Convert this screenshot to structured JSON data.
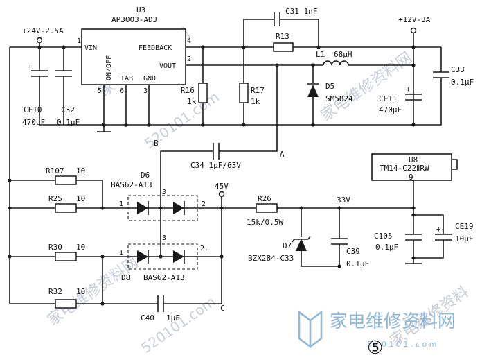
{
  "power_in": {
    "label": "+24V-2.5A"
  },
  "power_out": {
    "label": "+12V-3A"
  },
  "u3": {
    "ref": "U3",
    "part": "AP3003-ADJ",
    "pins": {
      "vin": "VIN",
      "feedback": "FEEDBACK",
      "vout": "VOUT",
      "onoff": "ON/OFF",
      "tab": "TAB",
      "gnd": "GND",
      "n1": "1",
      "n4": "4",
      "n2": "2",
      "n5": "5",
      "n6": "6",
      "n3": "3"
    }
  },
  "c31": {
    "ref": "C31",
    "value": "1nF"
  },
  "r13": {
    "ref": "R13"
  },
  "l1": {
    "ref": "L1",
    "value": "68μH"
  },
  "d5": {
    "ref": "D5",
    "part": "SM5824"
  },
  "r16": {
    "ref": "R16",
    "value": "1k"
  },
  "r17": {
    "ref": "R17",
    "value": "1k"
  },
  "ce10": {
    "ref": "CE10",
    "value": "470μF"
  },
  "c32": {
    "ref": "C32",
    "value": "0.1μF"
  },
  "ce11": {
    "ref": "CE11",
    "value": "470μF"
  },
  "c33": {
    "ref": "C33",
    "value": "0.1μF"
  },
  "c34": {
    "ref": "C34",
    "value": "1μF/63V"
  },
  "node_a": "A",
  "node_b": "B",
  "node_c": "C",
  "r107": {
    "ref": "R107",
    "value": "10"
  },
  "r25": {
    "ref": "R25",
    "value": "10"
  },
  "r30": {
    "ref": "R30",
    "value": "10"
  },
  "r32": {
    "ref": "R32",
    "value": "10"
  },
  "d6": {
    "ref": "D6",
    "part": "BAS62-A13",
    "p1": "1",
    "p2": "2",
    "p3": "3"
  },
  "d8": {
    "ref": "D8",
    "part": "BAS62-A13",
    "p1": "1",
    "p2": "2.",
    "p3": "3"
  },
  "v45": "45V",
  "r26": {
    "ref": "R26",
    "value": "15k/0.5W"
  },
  "v33": "33V",
  "d7": {
    "ref": "D7",
    "part": "BZX284-C33"
  },
  "c39": {
    "ref": "C39",
    "value": "0.1μF"
  },
  "c40": {
    "ref": "C40",
    "value": "1μF"
  },
  "u8": {
    "ref": "U8",
    "part": "TM14-C22ⅡRW",
    "pin": "9"
  },
  "c105": {
    "ref": "C105",
    "value": "0.1μF"
  },
  "ce19": {
    "ref": "CE19",
    "value": "10μF"
  },
  "polarity": "+",
  "figure_number": "⑤",
  "watermark": {
    "logo_text": "家电维修资料网",
    "logo_url": "5 2 0 1 0 1 . c o m",
    "diag_1": "家电维修资料网",
    "diag_2": "520101.com",
    "diag_3": "家电维修资料网",
    "diag_4": "520101.com",
    "diag_5": "家电维修资料网",
    "diag_6": "家电维修资料"
  }
}
